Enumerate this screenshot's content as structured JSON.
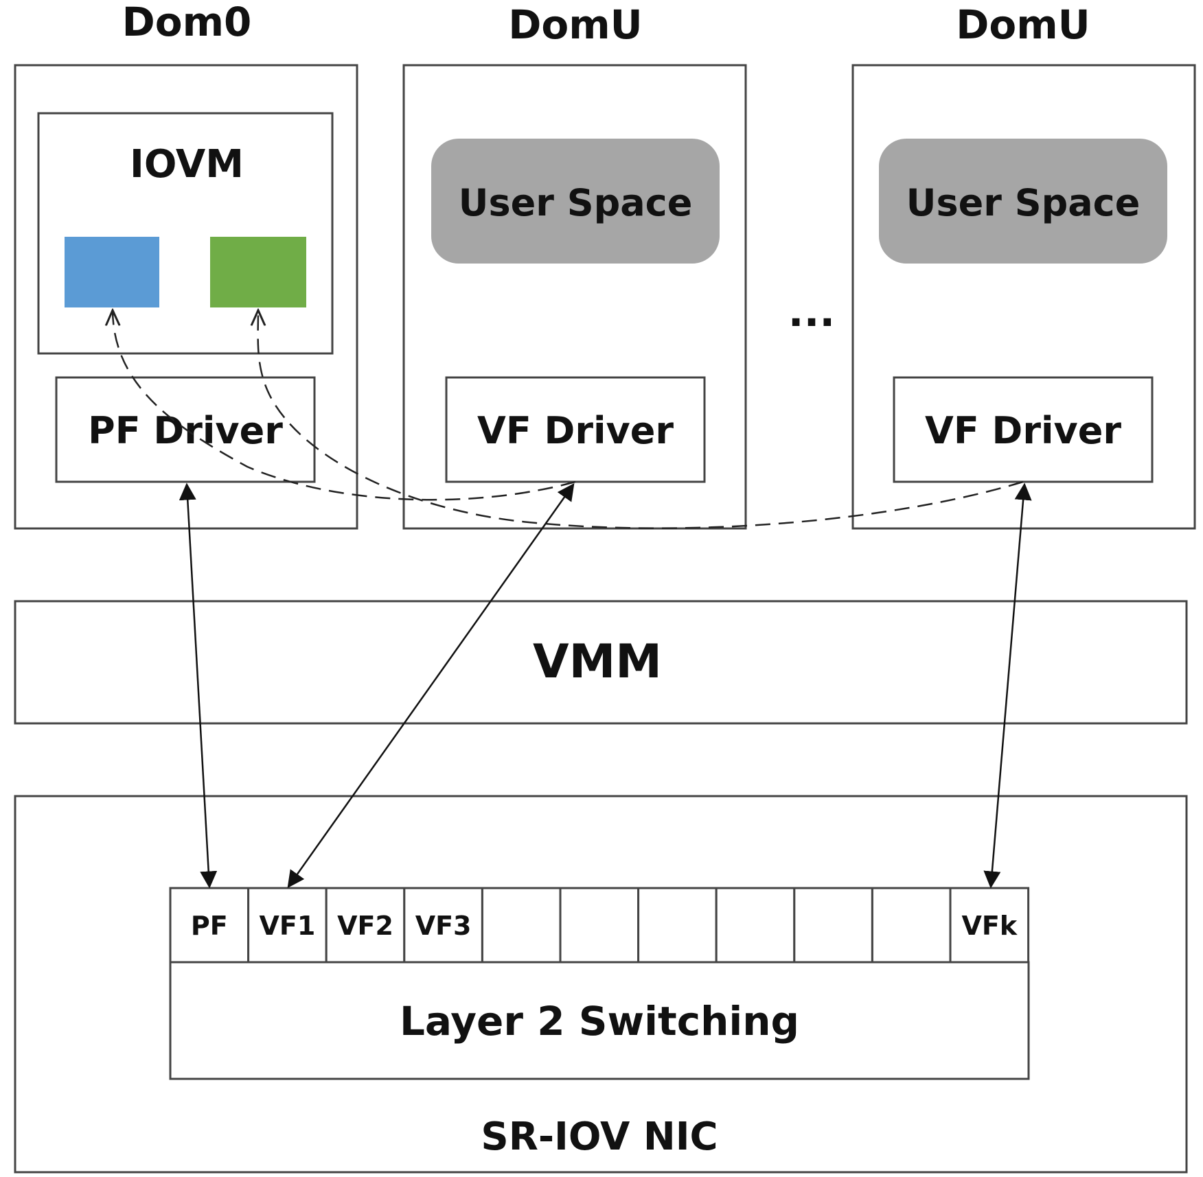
{
  "domains": {
    "dom0": {
      "title": "Dom0",
      "iovm_label": "IOVM",
      "driver_label": "PF Driver"
    },
    "domu1": {
      "title": "DomU",
      "user_space_label": "User Space",
      "driver_label": "VF Driver"
    },
    "domu2": {
      "title": "DomU",
      "user_space_label": "User Space",
      "driver_label": "VF Driver"
    },
    "ellipsis": "..."
  },
  "vmm_label": "VMM",
  "nic": {
    "label": "SR-IOV NIC",
    "switch_label": "Layer 2 Switching",
    "ports": [
      "PF",
      "VF1",
      "VF2",
      "VF3",
      "",
      "",
      "",
      "",
      "",
      "",
      "VFk"
    ]
  },
  "colors": {
    "iovm_block_left": "#5b9bd5",
    "iovm_block_right": "#70ad47",
    "user_space_fill": "#a6a6a6"
  }
}
